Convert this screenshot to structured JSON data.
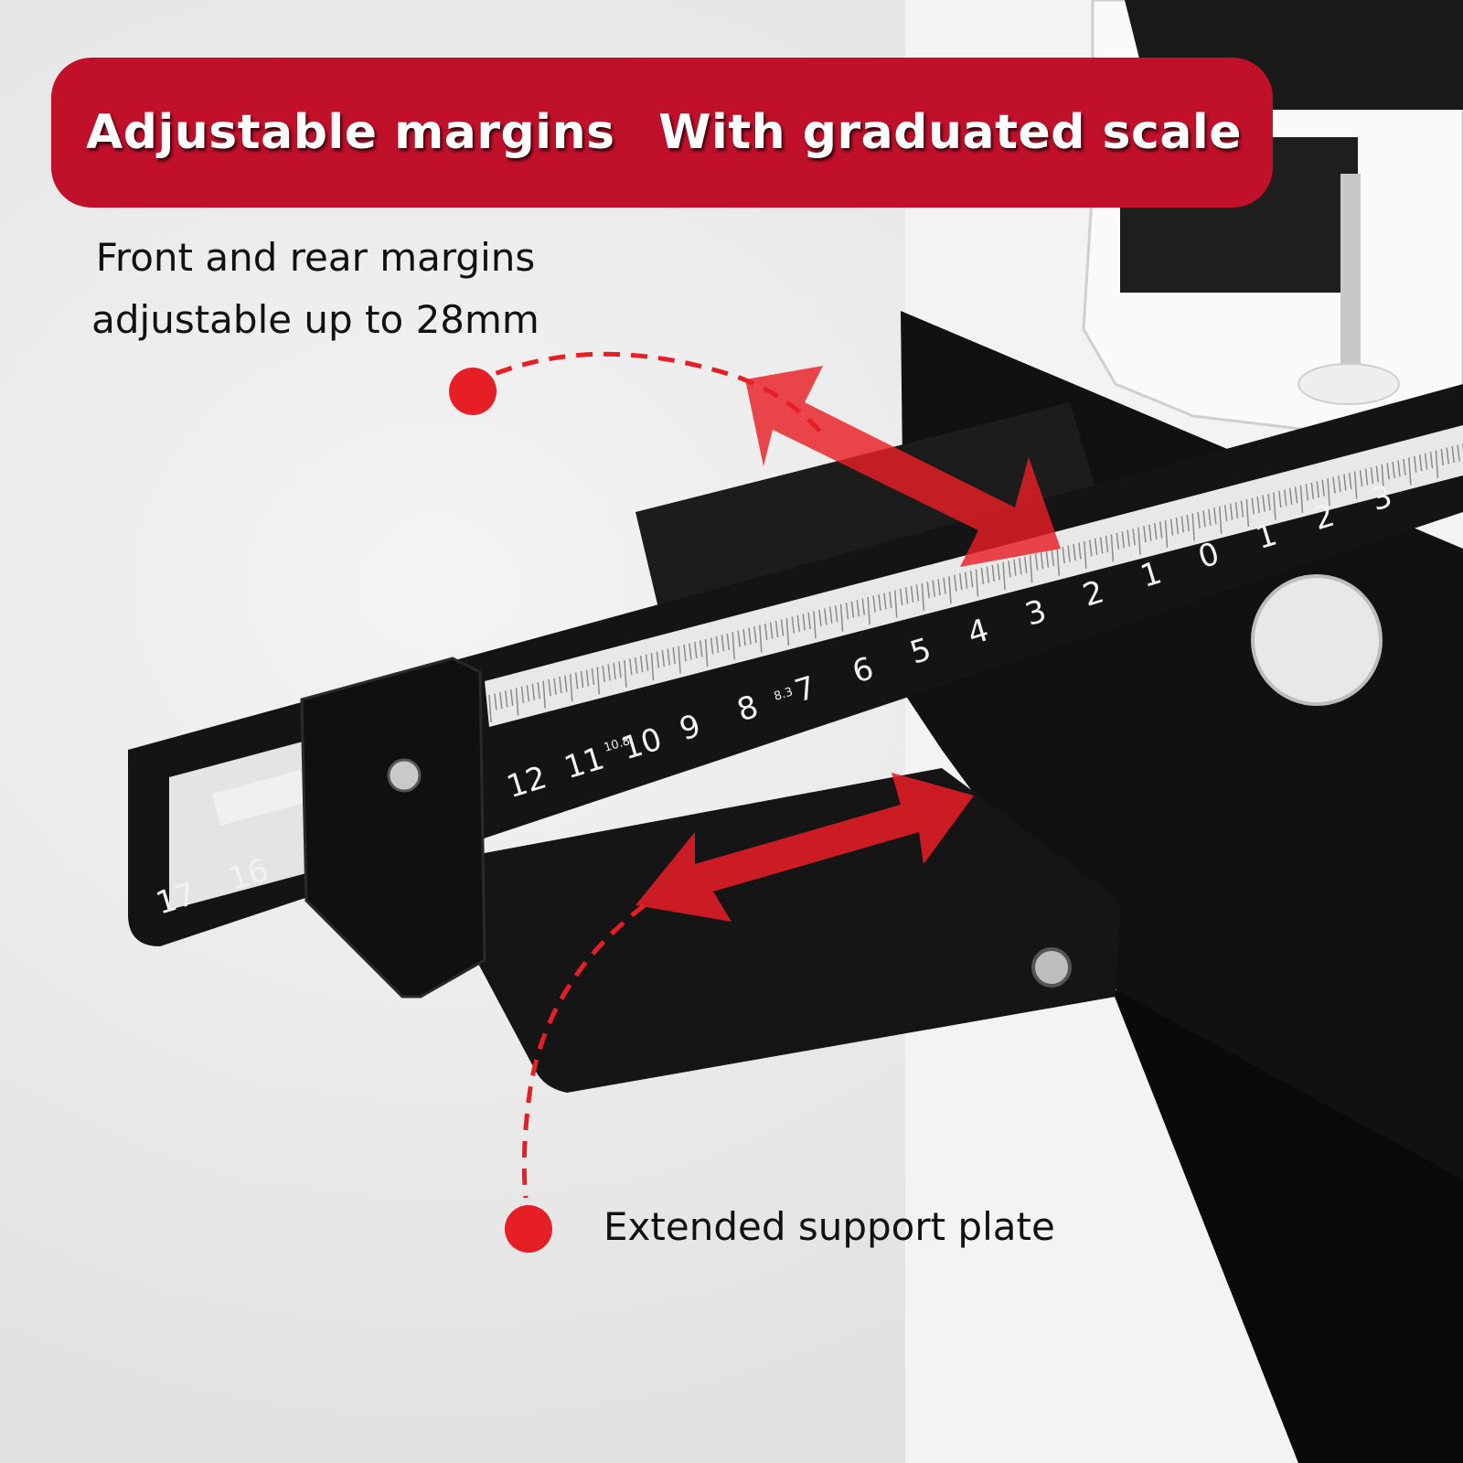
{
  "banner": {
    "left_text": "Adjustable margins",
    "right_text": "With graduated scale"
  },
  "callouts": {
    "margins_line1": "Front and rear margins",
    "margins_line2": "adjustable up to 28mm",
    "support_plate": "Extended support plate"
  },
  "scale": {
    "front_numbers": [
      "17",
      "16",
      "12",
      "11",
      "10",
      "9",
      "8",
      "7",
      "6",
      "5",
      "4",
      "3",
      "2",
      "1",
      "0",
      "1",
      "2",
      "3"
    ],
    "small_marks": [
      "10.8",
      "8.3"
    ]
  },
  "colors": {
    "accent_red": "#c0102a",
    "arrow_red": "#e61e25",
    "metal_black": "#141414",
    "background": "#e9e9e9"
  },
  "icons": [
    "double-arrow-icon",
    "callout-dot-icon",
    "dashed-connector-icon"
  ]
}
